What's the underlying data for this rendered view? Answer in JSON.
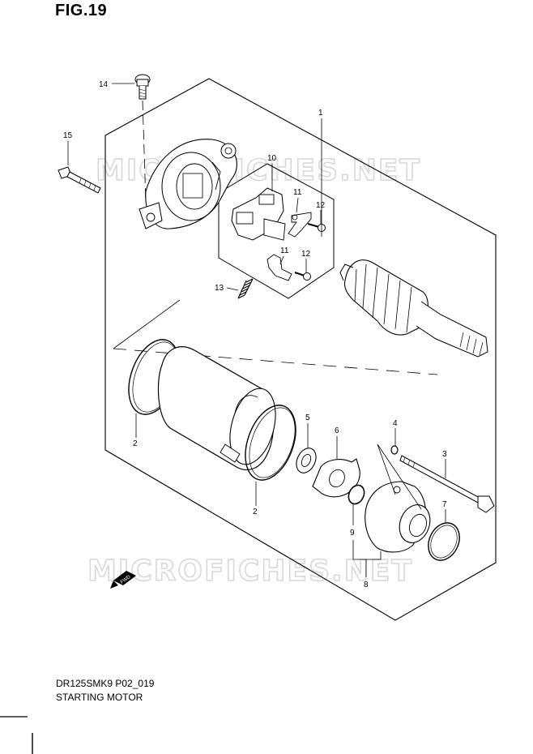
{
  "figure": {
    "title": "FIG.19",
    "drawing_code": "DR125SMK9 P02_019",
    "assembly_name": "STARTING MOTOR",
    "watermark": "MICROFICHES.NET",
    "fwd_label": "FWD"
  },
  "callouts": [
    {
      "id": "callout-1",
      "label": "1"
    },
    {
      "id": "callout-2a",
      "label": "2"
    },
    {
      "id": "callout-2b",
      "label": "2"
    },
    {
      "id": "callout-3",
      "label": "3"
    },
    {
      "id": "callout-4",
      "label": "4"
    },
    {
      "id": "callout-5",
      "label": "5"
    },
    {
      "id": "callout-6",
      "label": "6"
    },
    {
      "id": "callout-7",
      "label": "7"
    },
    {
      "id": "callout-8",
      "label": "8"
    },
    {
      "id": "callout-9",
      "label": "9"
    },
    {
      "id": "callout-10",
      "label": "10"
    },
    {
      "id": "callout-11a",
      "label": "11"
    },
    {
      "id": "callout-11b",
      "label": "11"
    },
    {
      "id": "callout-12a",
      "label": "12"
    },
    {
      "id": "callout-12b",
      "label": "12"
    },
    {
      "id": "callout-13",
      "label": "13"
    },
    {
      "id": "callout-14",
      "label": "14"
    },
    {
      "id": "callout-15",
      "label": "15"
    }
  ]
}
